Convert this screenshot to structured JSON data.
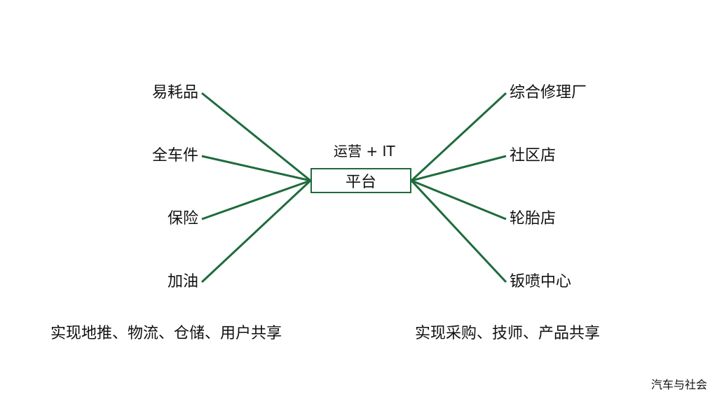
{
  "center": {
    "label": "平台",
    "title": "运营 + IT"
  },
  "left_nodes": [
    "易耗品",
    "全车件",
    "保险",
    "加油"
  ],
  "right_nodes": [
    "综合修理厂",
    "社区店",
    "轮胎店",
    "钣喷中心"
  ],
  "left_caption": "实现地推、物流、仓储、用户共享",
  "right_caption": "实现采购、技师、产品共享",
  "source": "汽车与社会",
  "colors": {
    "line": "#1e6b3d"
  }
}
